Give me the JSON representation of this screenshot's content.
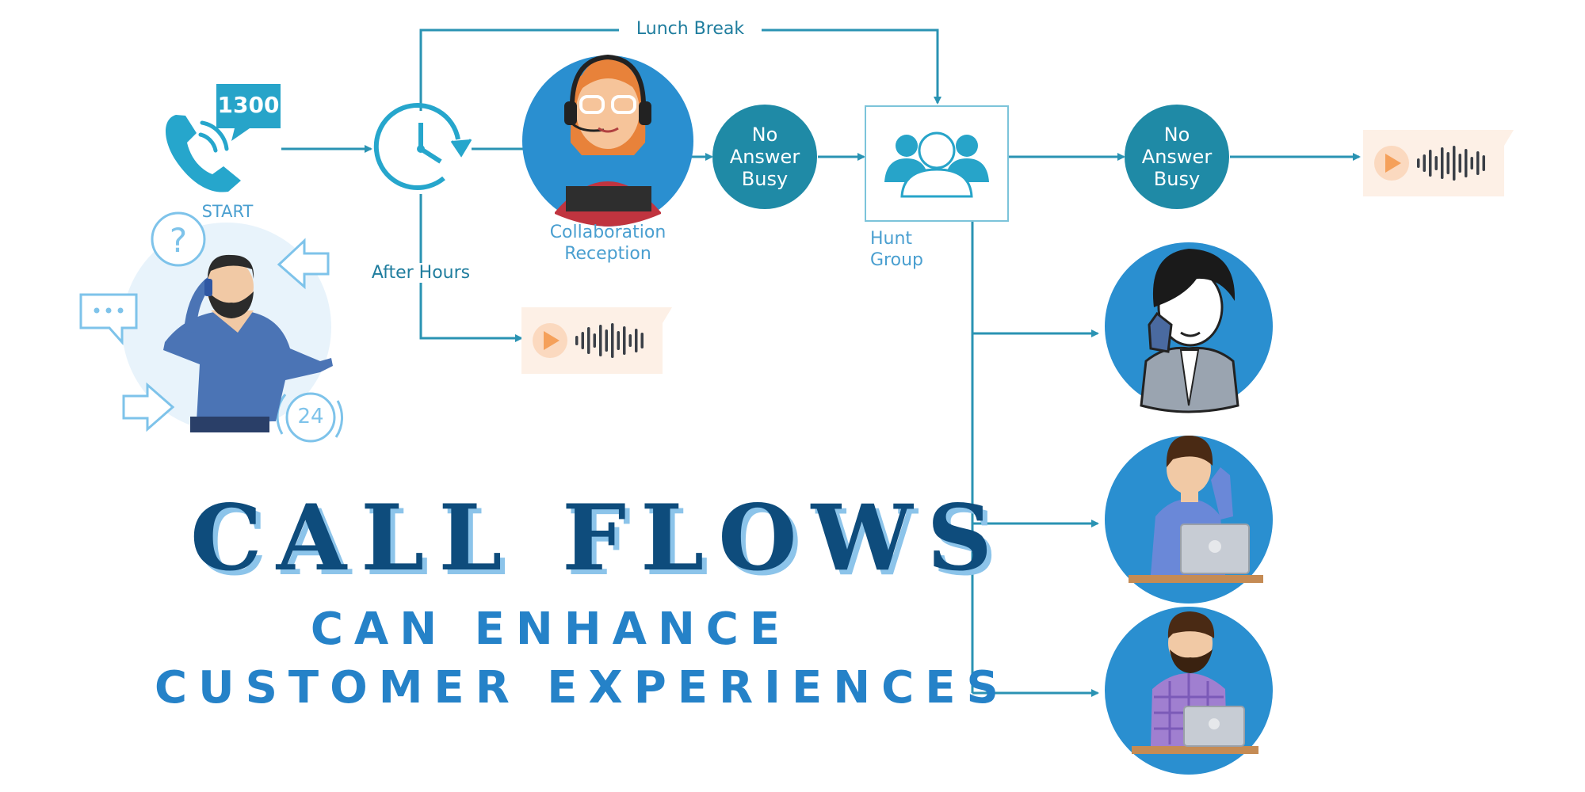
{
  "colors": {
    "line": "#2a93b3",
    "teal_circle": "#1f8aa6",
    "blue_circle": "#2a8fd0",
    "title": "#0e4c7c",
    "title_shadow": "#8cc4ea",
    "subtitle": "#2582c8",
    "label": "#4a9fd0",
    "audio_bg": "#fdf0e6",
    "play": "#f5a05a"
  },
  "icons": [
    "phone-icon",
    "clock-icon",
    "group-icon",
    "play-icon",
    "waveform-icon"
  ],
  "start": {
    "number": "1300",
    "label": "START"
  },
  "paths": {
    "lunch_break": "Lunch Break",
    "after_hours": "After Hours"
  },
  "reception": {
    "label_line1": "Collaboration",
    "label_line2": "Reception"
  },
  "no_answer_1": {
    "line1": "No",
    "line2": "Answer",
    "line3": "Busy"
  },
  "hunt_group": {
    "label_line1": "Hunt",
    "label_line2": "Group"
  },
  "no_answer_2": {
    "line1": "No",
    "line2": "Answer",
    "line3": "Busy"
  },
  "customer": {
    "badge": "24"
  },
  "headline": {
    "title": "CALL FLOWS",
    "subtitle_line1": "CAN ENHANCE",
    "subtitle_line2": "CUSTOMER EXPERIENCES"
  }
}
